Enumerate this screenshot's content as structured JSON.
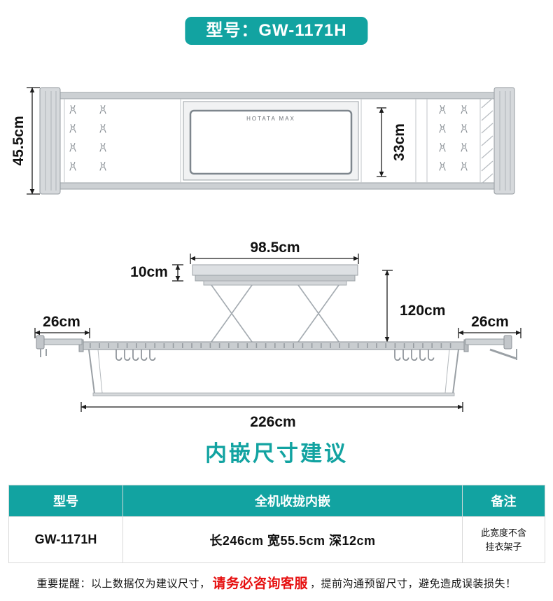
{
  "badge": {
    "label": "型号：GW-1171H"
  },
  "diagram_top": {
    "depth_label": "45.5cm",
    "inner_depth_label": "33cm",
    "brand_label": "HOTATA MAX"
  },
  "diagram_front": {
    "host_width_label": "98.5cm",
    "host_height_label": "10cm",
    "drop_label": "120cm",
    "left_arm_label": "26cm",
    "right_arm_label": "26cm",
    "total_width_label": "226cm"
  },
  "section_title": "内嵌尺寸建议",
  "table": {
    "headers": [
      "型号",
      "全机收拢内嵌",
      "备注"
    ],
    "rows": [
      {
        "model": "GW-1171H",
        "size": "长246cm 宽55.5cm 深12cm",
        "note": "此宽度不含\n挂衣架子"
      }
    ]
  },
  "notice": {
    "prefix": "重要提醒：以上数据仅为建议尺寸，",
    "emphasis": "请务必咨询客服",
    "suffix": "，提前沟通预留尺寸，避免造成误装损失！"
  },
  "colors": {
    "accent": "#12a3a1",
    "warning": "#e60f0f"
  }
}
